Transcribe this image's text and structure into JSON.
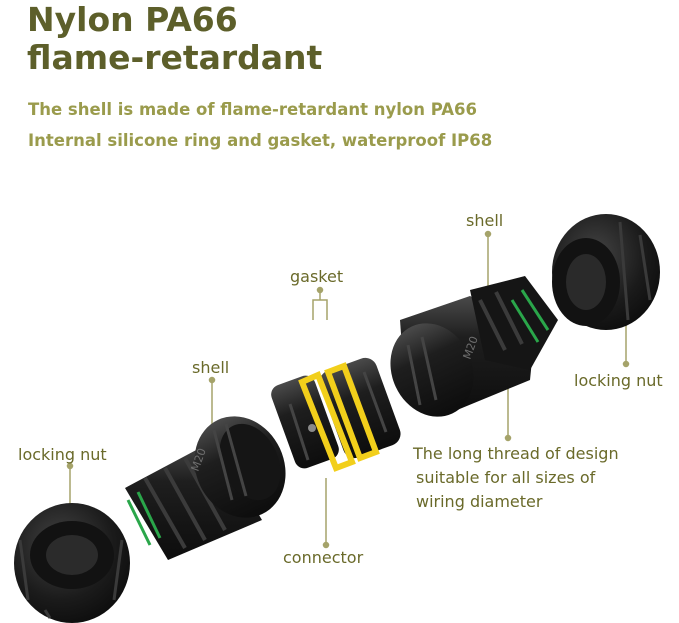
{
  "title": {
    "line1": "Nylon PA66",
    "line2": "flame-retardant"
  },
  "subtitle": {
    "line1": "The shell is made of flame-retardant nylon PA66",
    "line2": "Internal silicone ring and gasket, waterproof IP68"
  },
  "labels": {
    "shell_right": "shell",
    "gasket": "gasket",
    "shell_left": "shell",
    "locking_nut_right": "locking nut",
    "locking_nut_left": "locking nut",
    "connector": "connector",
    "thread_line1": "The long thread of design",
    "thread_line2": "suitable for all sizes of",
    "thread_line3": "wiring diameter"
  },
  "markings": {
    "size_left": "M20",
    "size_right": "M20"
  },
  "colors": {
    "title": "#5d5f2a",
    "subtitle": "#9a9b4c",
    "label": "#6a6a2a",
    "leader": "#a5a36a",
    "part_body": "#1c1c1c",
    "gasket": "#f2cf1b",
    "seal": "#2aa64a"
  }
}
